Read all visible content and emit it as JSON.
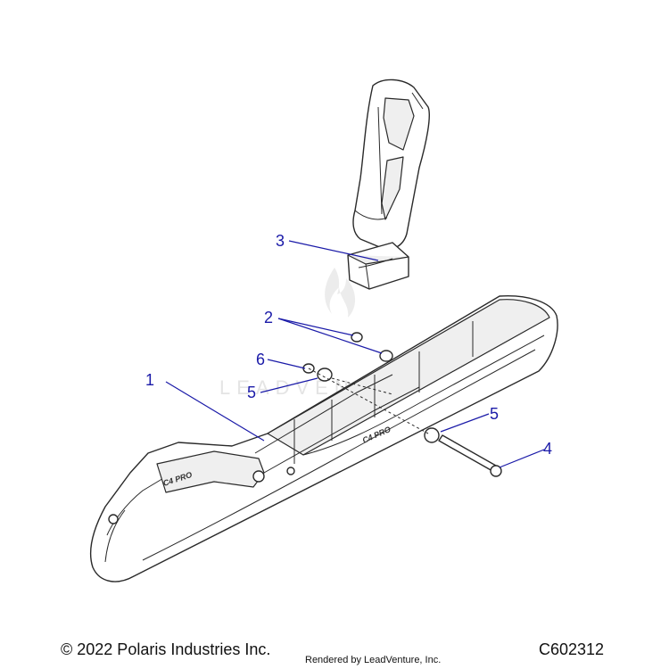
{
  "watermark": {
    "brand": "LEADVENTURE",
    "logo_icon": "flame-icon"
  },
  "parts": {
    "ski_logo": "C4 PRO",
    "callouts": [
      {
        "id": "callout-1",
        "number": "1"
      },
      {
        "id": "callout-2",
        "number": "2"
      },
      {
        "id": "callout-3",
        "number": "3"
      },
      {
        "id": "callout-4",
        "number": "4"
      },
      {
        "id": "callout-5a",
        "number": "5"
      },
      {
        "id": "callout-5b",
        "number": "5"
      },
      {
        "id": "callout-6",
        "number": "6"
      }
    ]
  },
  "footer": {
    "copyright": "© 2022 Polaris Industries Inc.",
    "rendered_by": "Rendered by LeadVenture, Inc.",
    "diagram_code": "C602312"
  },
  "colors": {
    "callout": "#1a1aa8",
    "line": "#2a2a2a",
    "watermark": "#e4e4e4"
  }
}
